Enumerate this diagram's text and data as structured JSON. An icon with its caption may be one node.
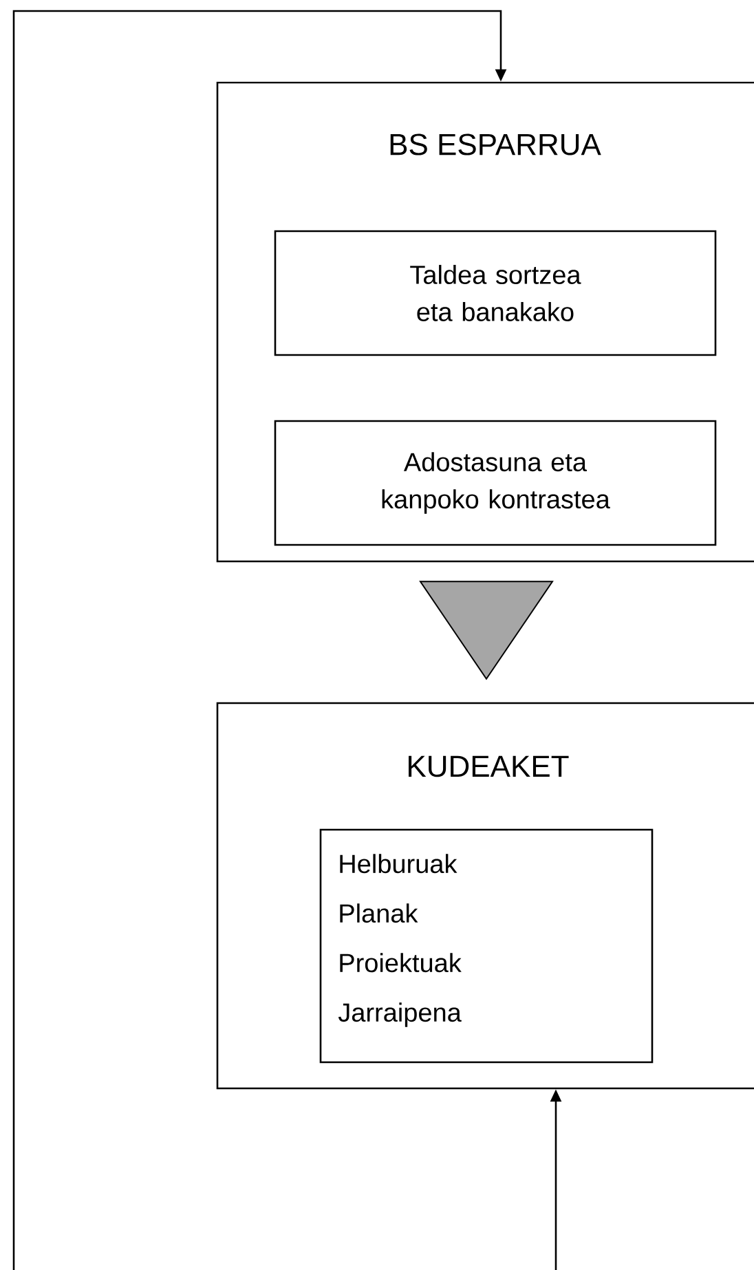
{
  "diagram": {
    "nodes": [
      {
        "text": [
          "BS ESPARRUA"
        ]
      },
      {
        "text": [
          "Taldea sortzea eta banakako"
        ],
        "in": 0
      },
      {
        "text": [
          "Adostasuna eta kanpoko kontrastea"
        ],
        "in": 0
      },
      {
        "text": [
          "KUDEAKET"
        ]
      },
      {
        "text": [
          "Helburuak",
          "Planak",
          "Proiektuak",
          "Jarraipena"
        ],
        "in": 3
      }
    ],
    "edges": [
      {
        "from": null,
        "to": 0,
        "arrow": "to"
      },
      {
        "from": 0,
        "to": 3,
        "arrow": "to"
      },
      {
        "from": null,
        "to": 3,
        "arrow": "to"
      }
    ]
  }
}
